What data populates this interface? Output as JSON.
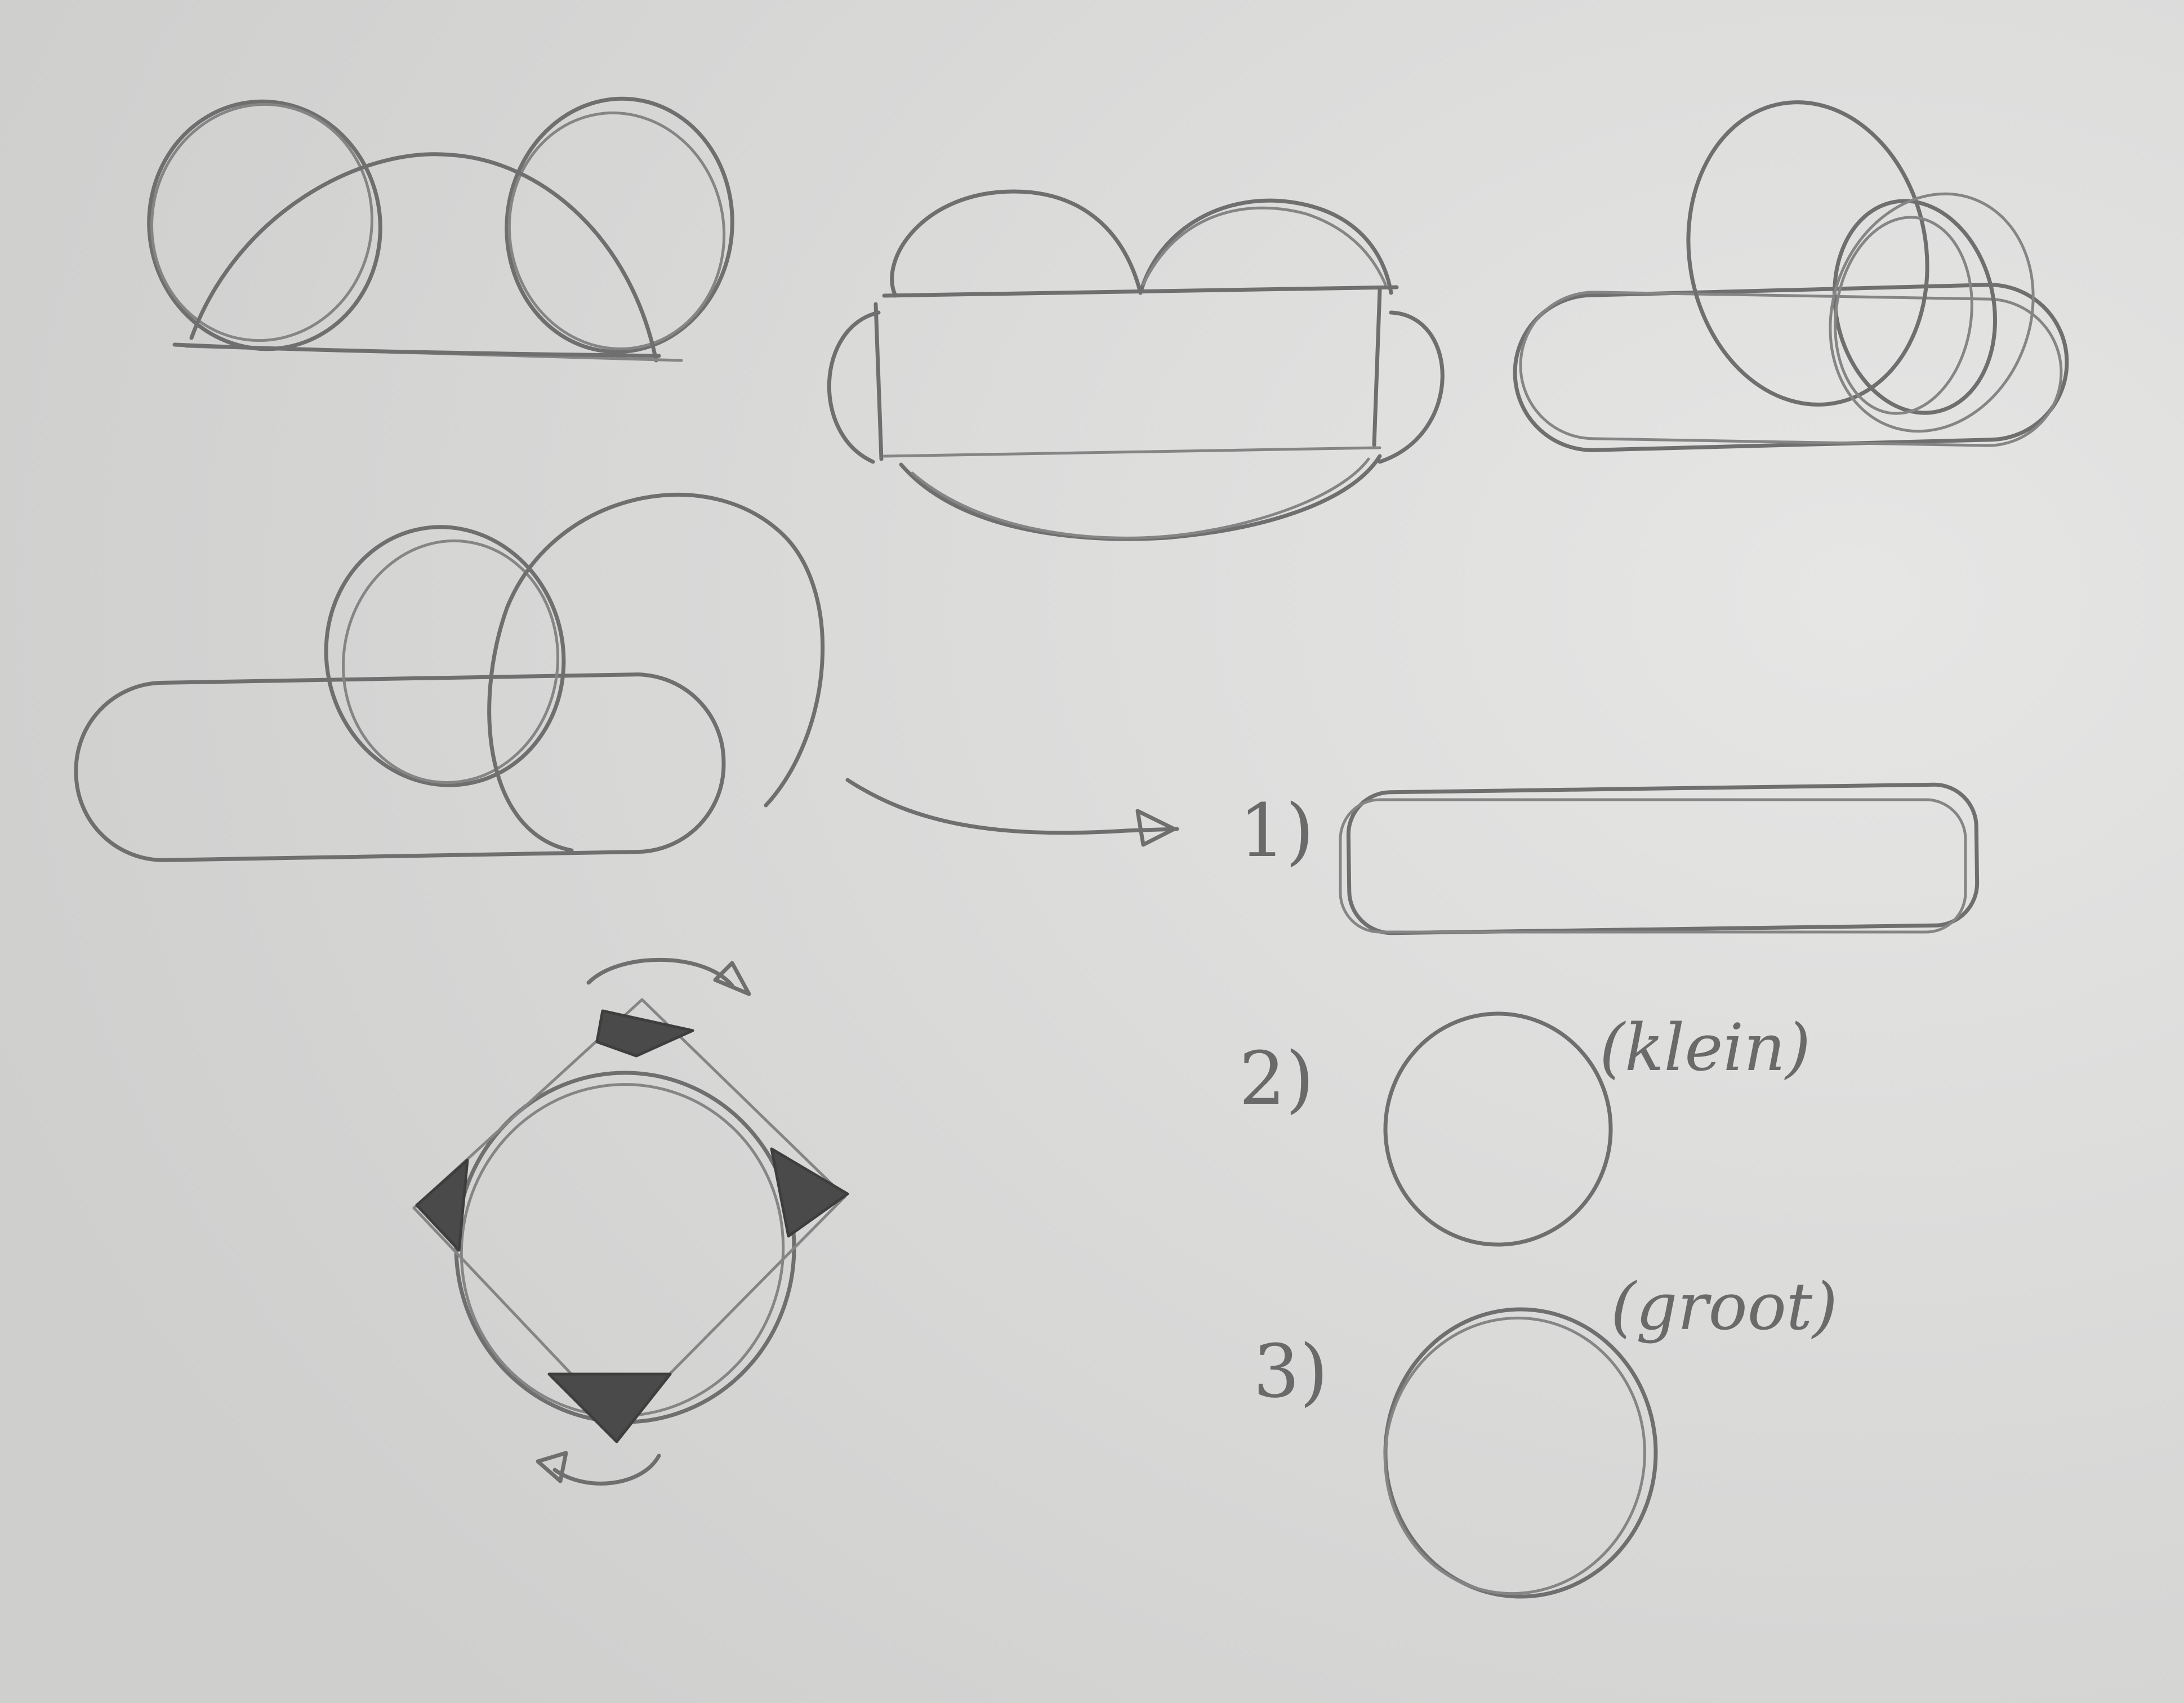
{
  "labels": {
    "item1": "1)",
    "item2": "2)",
    "item3": "3)",
    "klein": "(klein)",
    "groot": "(groot)"
  },
  "colors": {
    "paper": "#dcdcdb",
    "pencil": "#6f6f6f",
    "shading": "#4a4a4a"
  }
}
